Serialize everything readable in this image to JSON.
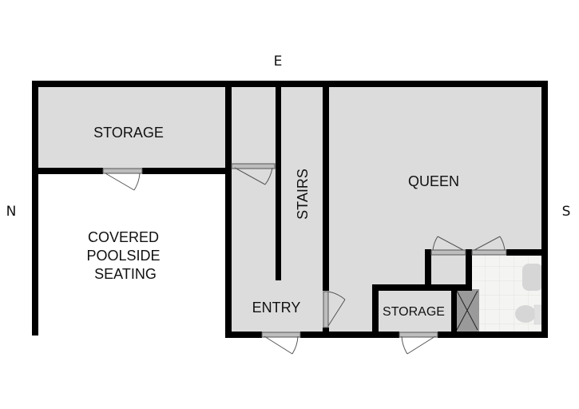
{
  "compass": {
    "east": "E",
    "north": "N",
    "south": "S"
  },
  "rooms": [
    {
      "id": "storage-north",
      "label": "STORAGE"
    },
    {
      "id": "covered-poolside-seating",
      "label_lines": [
        "COVERED",
        "POOLSIDE",
        "SEATING"
      ]
    },
    {
      "id": "stairs",
      "label": "STAIRS"
    },
    {
      "id": "entry",
      "label": "ENTRY"
    },
    {
      "id": "queen",
      "label": "QUEEN"
    },
    {
      "id": "storage-south",
      "label": "STORAGE"
    },
    {
      "id": "bathroom",
      "label": ""
    },
    {
      "id": "shower",
      "label": ""
    }
  ],
  "colors": {
    "wall": "#000000",
    "room_fill": "#dcdcdc",
    "tile_fill": "#f4f4f2",
    "tile_line": "#e2e2de",
    "shower_fill": "#9a9a9a",
    "fixture": "#d6d6d6"
  }
}
